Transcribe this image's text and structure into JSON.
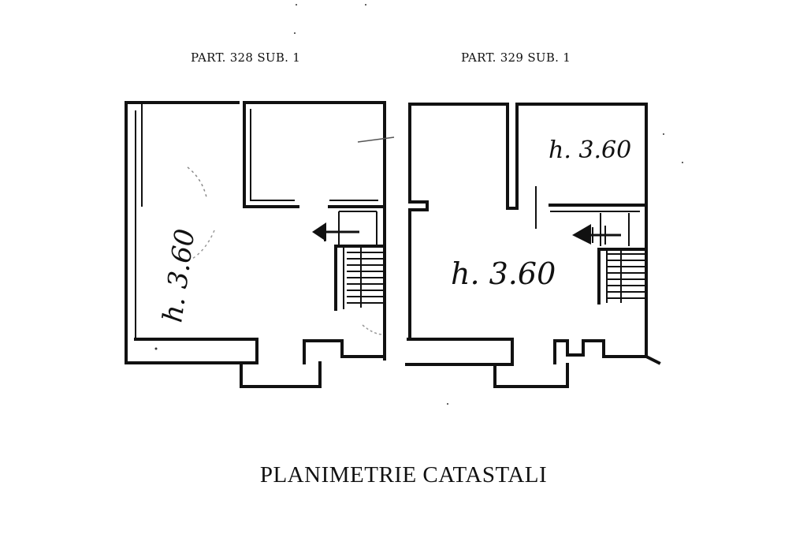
{
  "title": "PLANIMETRIE CATASTALI",
  "plans": [
    {
      "label": "PART. 328 SUB. 1",
      "height_note": "h. 3.60"
    },
    {
      "label": "PART. 329 SUB. 1",
      "height_note_upper": "h. 3.60",
      "height_note_main": "h. 3.60"
    }
  ]
}
